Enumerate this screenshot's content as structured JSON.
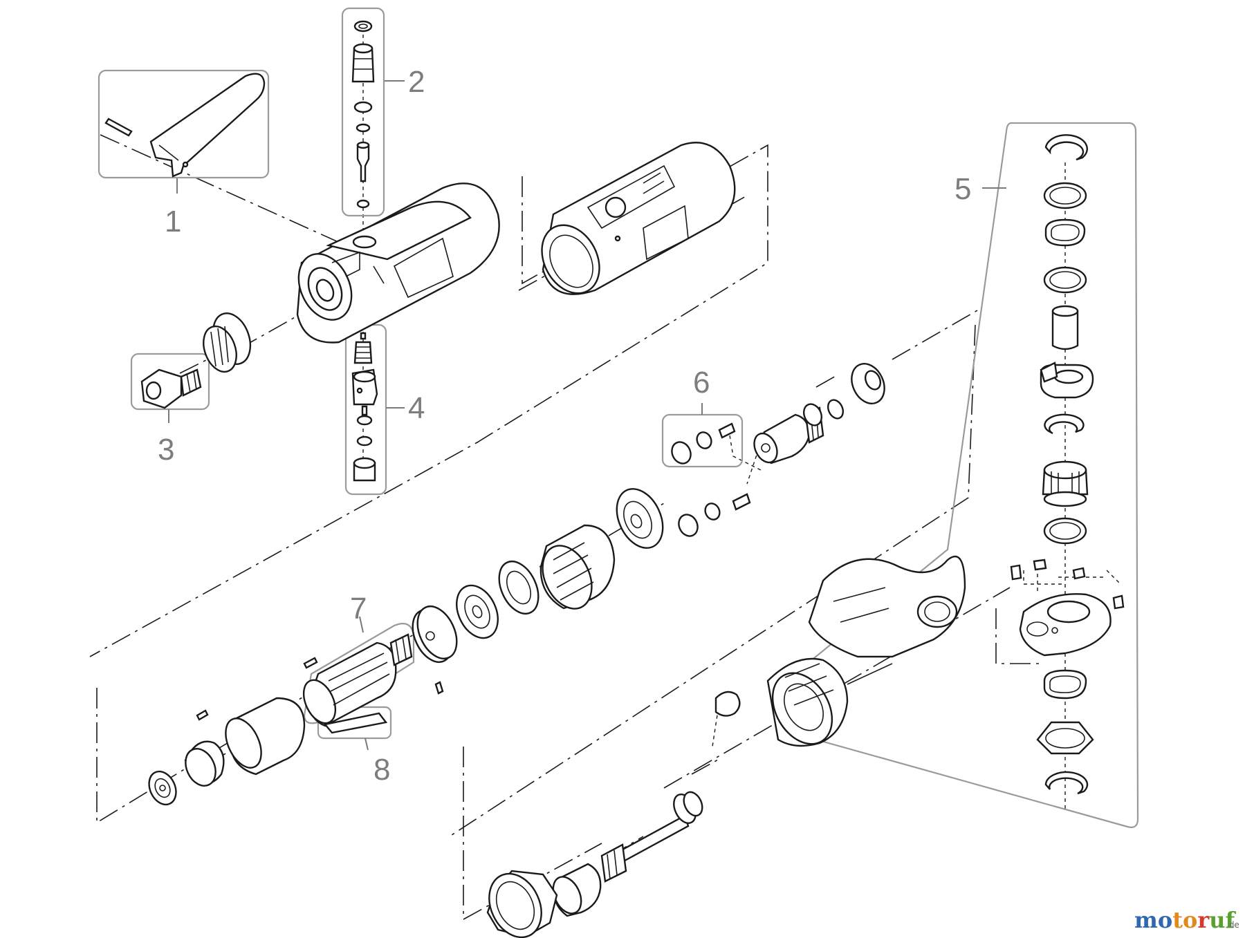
{
  "callouts": [
    {
      "id": "1",
      "label": "1"
    },
    {
      "id": "2",
      "label": "2"
    },
    {
      "id": "3",
      "label": "3"
    },
    {
      "id": "4",
      "label": "4"
    },
    {
      "id": "5",
      "label": "5"
    },
    {
      "id": "6",
      "label": "6"
    },
    {
      "id": "7",
      "label": "7"
    },
    {
      "id": "8",
      "label": "8"
    }
  ],
  "watermark": {
    "letters": [
      "m",
      "o",
      "t",
      "o",
      "r",
      "u",
      "f"
    ],
    "letter_colors": [
      "#2f67b0",
      "#2f67b0",
      "#e08a1e",
      "#e08a1e",
      "#d43b2a",
      "#5aa02c",
      "#5aa02c"
    ],
    "suffix": ".de"
  },
  "colors": {
    "line": "#1a1a1a",
    "group_box": "#9a9a9a",
    "callout_text": "#7d7d7d"
  }
}
